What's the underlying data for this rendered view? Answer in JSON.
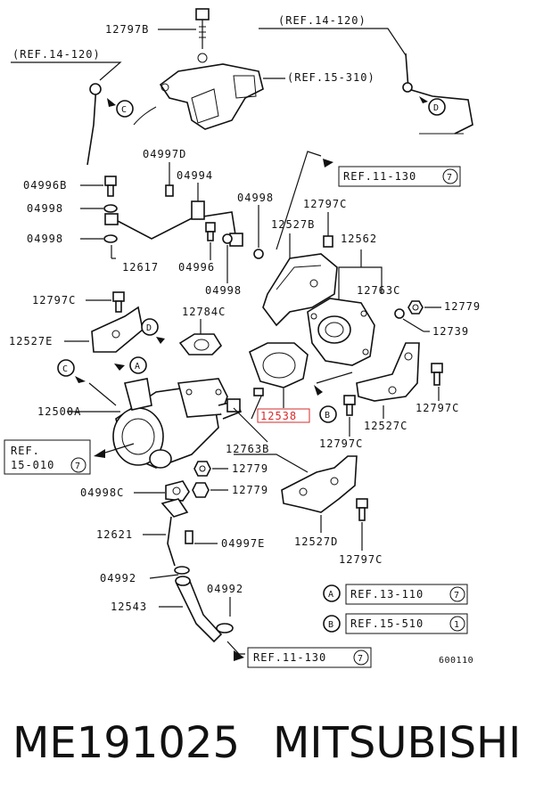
{
  "labels": {
    "p12797B": "12797B",
    "ref14_120_top": "(REF.14-120)",
    "ref14_120_left": "(REF.14-120)",
    "ref15_310": "(REF.15-310)",
    "p04997D": "04997D",
    "p04994": "04994",
    "p04996B": "04996B",
    "p04998_a": "04998",
    "p04998_b": "04998",
    "p04998_c": "04998",
    "p04998_d": "04998",
    "p12617": "12617",
    "p04996": "04996",
    "p12797C_top": "12797C",
    "p12527B": "12527B",
    "p12562": "12562",
    "p12763C": "12763C",
    "p12779_r": "12779",
    "p12739": "12739",
    "p12797C_l": "12797C",
    "p12784C": "12784C",
    "p12527E": "12527E",
    "p12500A": "12500A",
    "p12538": "12538",
    "p12763B": "12763B",
    "p12797C_mid": "12797C",
    "p12527C": "12527C",
    "p12797C_r": "12797C",
    "p12779_a": "12779",
    "p12779_b": "12779",
    "p04998C": "04998C",
    "p12621": "12621",
    "p04997E": "04997E",
    "p12527D": "12527D",
    "p12797C_bot": "12797C",
    "p04992_l": "04992",
    "p04992_r": "04992",
    "p12543": "12543",
    "ref11_130_top": "REF.11-130",
    "ref11_130_top_n": "7",
    "ref15_010": "REF.",
    "ref15_010_b": "15-010",
    "ref15_010_n": "7",
    "refA": "REF.13-110",
    "refA_n": "7",
    "refB": "REF.15-510",
    "refB_n": "1",
    "ref11_130_bot": "REF.11-130",
    "ref11_130_bot_n": "7",
    "code": "600110"
  },
  "callouts": {
    "A": "A",
    "B": "B",
    "C": "C",
    "D": "D"
  },
  "caption": {
    "part_number": "ME191025",
    "brand": "MITSUBISHI"
  },
  "colors": {
    "ink": "#111111",
    "highlight": "#d62b2b"
  }
}
